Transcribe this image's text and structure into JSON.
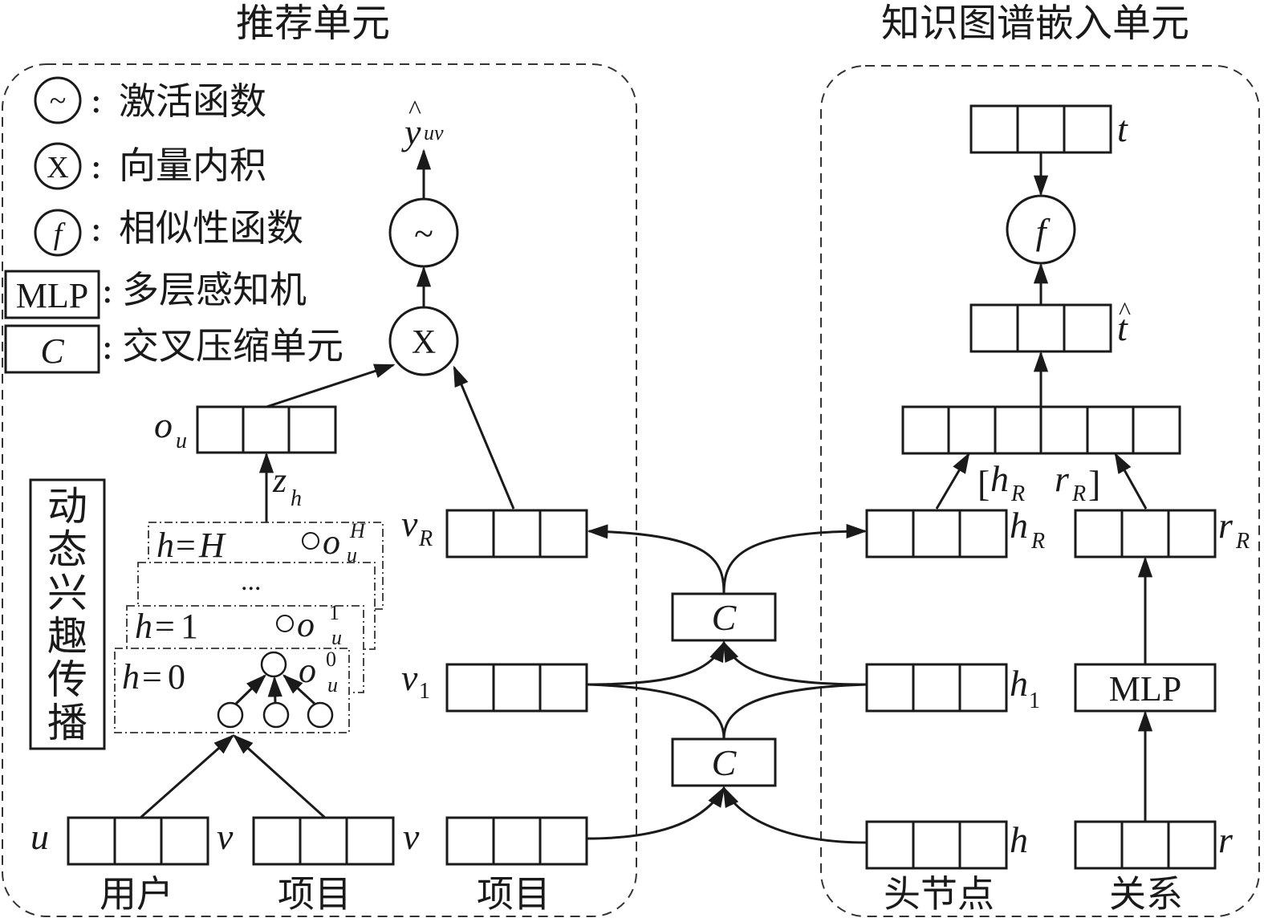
{
  "units": {
    "recommend": "推荐单元",
    "kg": "知识图谱嵌入单元"
  },
  "legend": [
    {
      "symbol": "~",
      "label": "激活函数"
    },
    {
      "symbol": "X",
      "label": "向量内积"
    },
    {
      "symbol": "f",
      "label": "相似性函数"
    },
    {
      "symbol": "MLP",
      "label": "多层感知机"
    },
    {
      "symbol": "C",
      "label": "交叉压缩单元"
    }
  ],
  "propagation_title": "动态兴趣传播",
  "layers": {
    "h": "h",
    "eq": "=",
    "H": "H",
    "one": "1",
    "zero": "0",
    "dots": "...",
    "o": "o",
    "u": "u"
  },
  "labels": {
    "y": "y",
    "uv": "uv",
    "hat": "^",
    "o": "o",
    "u": "u",
    "z": "z",
    "h": "h",
    "v": "v",
    "R": "R",
    "one": "1",
    "r": "r",
    "t": "t",
    "lb": "[",
    "rb": "]",
    "f": "f",
    "tilde": "~",
    "X": "X",
    "C": "C",
    "MLP": "MLP"
  },
  "bottom": {
    "user": "用户",
    "item1": "项目",
    "item2": "项目",
    "head": "头节点",
    "rel": "关系"
  }
}
